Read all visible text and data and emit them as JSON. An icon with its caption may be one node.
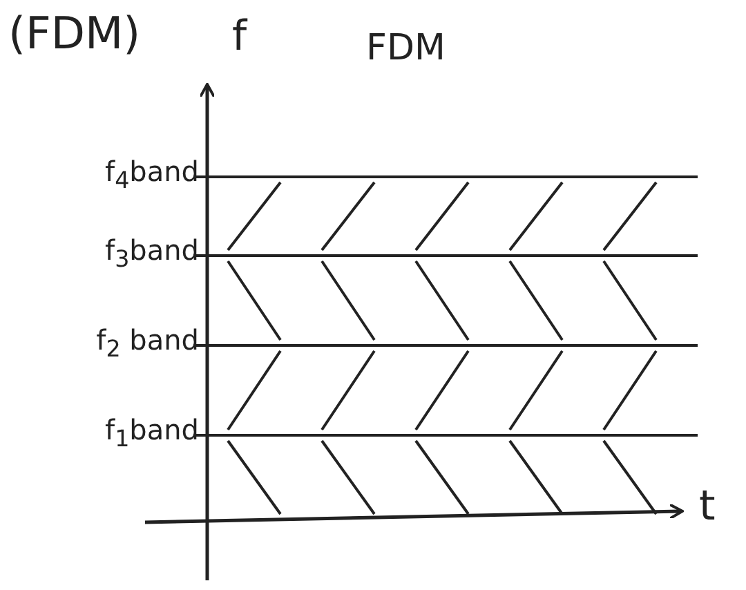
{
  "diagram": {
    "title": "FDM",
    "labels": [
      "(FDM)",
      "f",
      "f$_{4}$band",
      "f$_{3}$band",
      "f$_{2}$ band",
      "f$_{1}$band",
      "t"
    ]
  }
}
